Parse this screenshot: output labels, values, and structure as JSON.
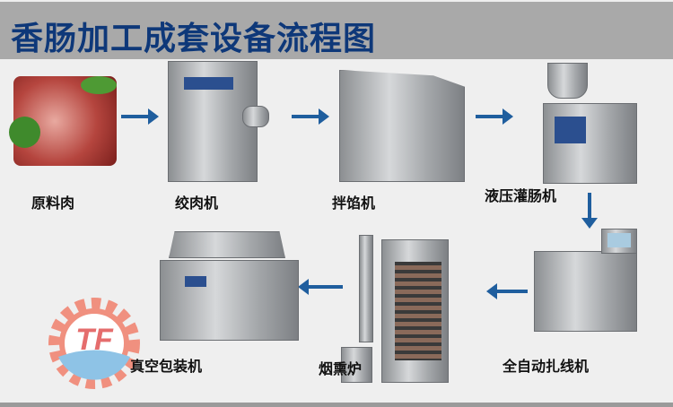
{
  "title": "香肠加工成套设备流程图",
  "steps": [
    {
      "label": "原料肉"
    },
    {
      "label": "绞肉机"
    },
    {
      "label": "拌馅机"
    },
    {
      "label": "液压灌肠机"
    },
    {
      "label": "全自动扎线机"
    },
    {
      "label": "烟熏炉"
    },
    {
      "label": "真空包装机"
    }
  ],
  "logo": {
    "text": "TF",
    "colors": {
      "gear": "#f0907f",
      "wave": "#8ec3e6"
    }
  },
  "colors": {
    "header_bg": "#a9a9a9",
    "title": "#0e3879",
    "arrow": "#1f5e9e",
    "background": "#efefef"
  }
}
